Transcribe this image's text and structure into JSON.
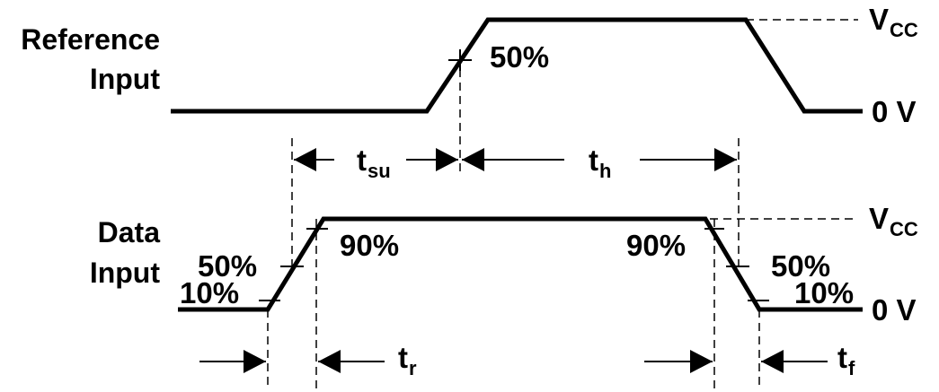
{
  "signals": {
    "reference": {
      "line1": "Reference",
      "line2": "Input"
    },
    "data": {
      "line1": "Data",
      "line2": "Input"
    }
  },
  "levels": {
    "vcc_main": "V",
    "vcc_sub": "CC",
    "zero": "0 V"
  },
  "percent": {
    "ref_mid": "50%",
    "data_rise_90": "90%",
    "data_rise_50": "50%",
    "data_rise_10": "10%",
    "data_fall_90": "90%",
    "data_fall_50": "50%",
    "data_fall_10": "10%"
  },
  "timing": {
    "tsu": {
      "main": "t",
      "sub": "su"
    },
    "th": {
      "main": "t",
      "sub": "h"
    },
    "tr": {
      "main": "t",
      "sub": "r"
    },
    "tf": {
      "main": "t",
      "sub": "f"
    }
  }
}
